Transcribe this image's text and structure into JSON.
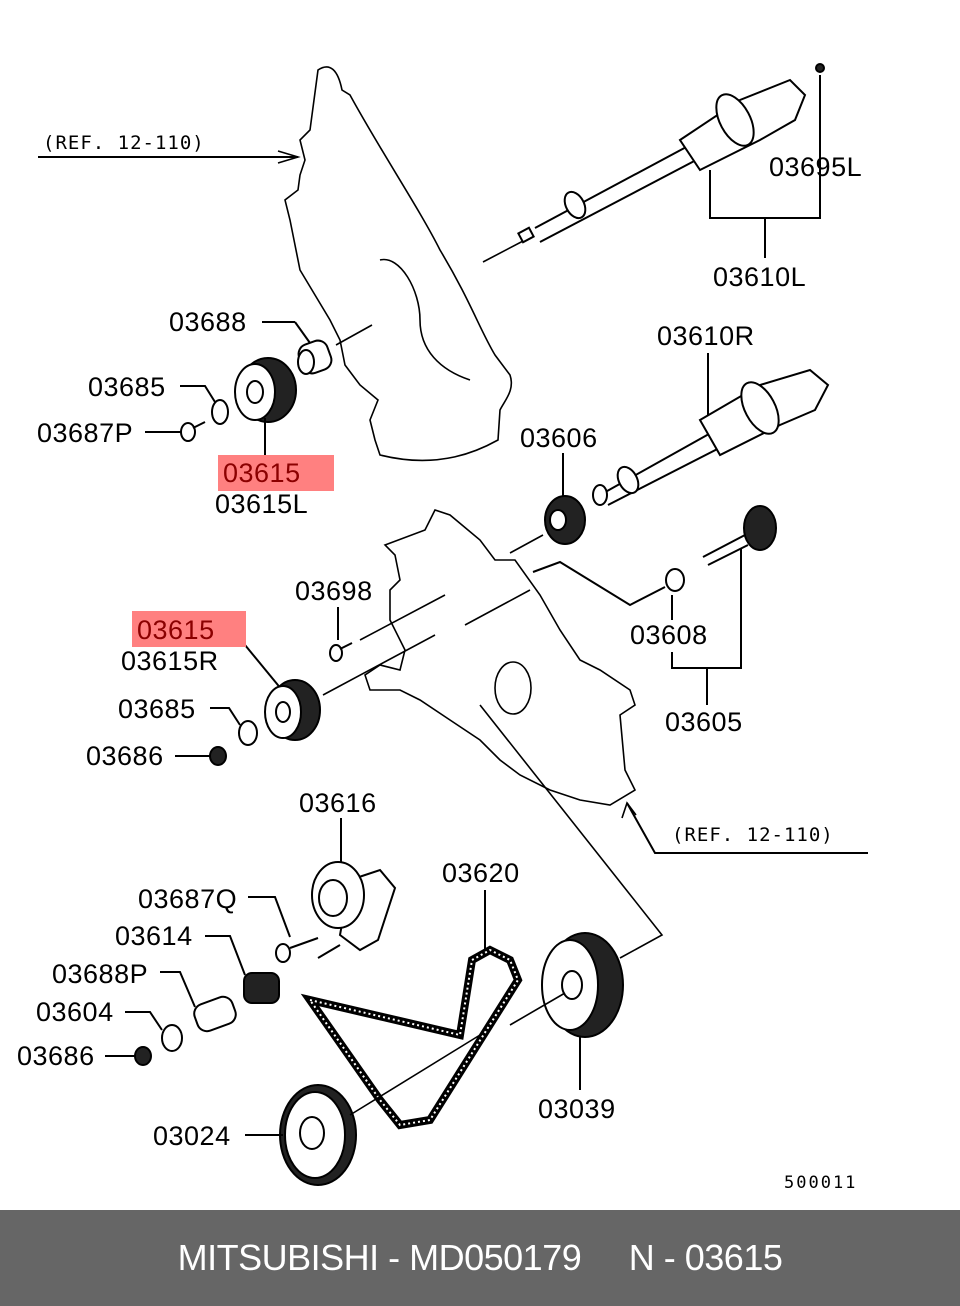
{
  "diagram": {
    "title": "Timing belt / balance shaft exploded parts diagram",
    "ref_labels": [
      "(REF. 12-110)",
      "(REF. 12-110)"
    ],
    "highlight_color": "#ff8080",
    "highlight_text_color": "#8b0000",
    "highlighted_part": "03615",
    "parts": {
      "p03695L": "03695L",
      "p03610L": "03610L",
      "p03688": "03688",
      "p03685_top": "03685",
      "p03687P": "03687P",
      "p03615_top": "03615",
      "p03615L": "03615L",
      "p03610R": "03610R",
      "p03606": "03606",
      "p03698": "03698",
      "p03615_mid": "03615",
      "p03615R": "03615R",
      "p03608": "03608",
      "p03685_mid": "03685",
      "p03605": "03605",
      "p03686_mid": "03686",
      "p03616": "03616",
      "p03620": "03620",
      "p03687Q": "03687Q",
      "p03614": "03614",
      "p03688P": "03688P",
      "p03604": "03604",
      "p03686_bot": "03686",
      "p03039": "03039",
      "p03024": "03024"
    },
    "drawing_code": "500011"
  },
  "footer": {
    "text": "MITSUBISHI - MD050179     N - 03615",
    "background": "#666666"
  }
}
